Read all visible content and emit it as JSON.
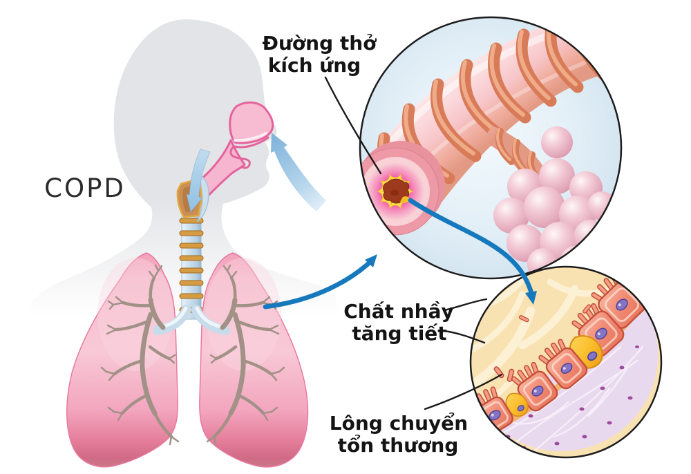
{
  "labels": {
    "copd": "COPD",
    "irritated_airway_line1": "Đường thở",
    "irritated_airway_line2": "kích ứng",
    "increased_mucus_line1": "Chất nhầy",
    "increased_mucus_line2": "tăng tiết",
    "damaged_cilia_line1": "Lông chuyển",
    "damaged_cilia_line2": "tổn thương"
  },
  "colors": {
    "callout_black": "#1a1a1a",
    "arrow_blue": "#1779bd",
    "inhale_blue": "#9cc6e4",
    "silhouette_gray": "#e4e5e8",
    "lung_pink": "#f2a0bb",
    "airway_band_salmon": "#d87b59",
    "airway_wall_pink": "#f8d2d6",
    "inflammation_magenta": "#f13d96",
    "mucus_yellow": "#ffe14e",
    "lumen_brown": "#9d3a1d",
    "mucus_cream": "#f9e2b2",
    "goblet_gold": "#fbbf2e",
    "epithelial_salmon": "#f2907a",
    "nucleus_violet": "#8374c6",
    "connective_lavender": "#e9d9ef"
  }
}
